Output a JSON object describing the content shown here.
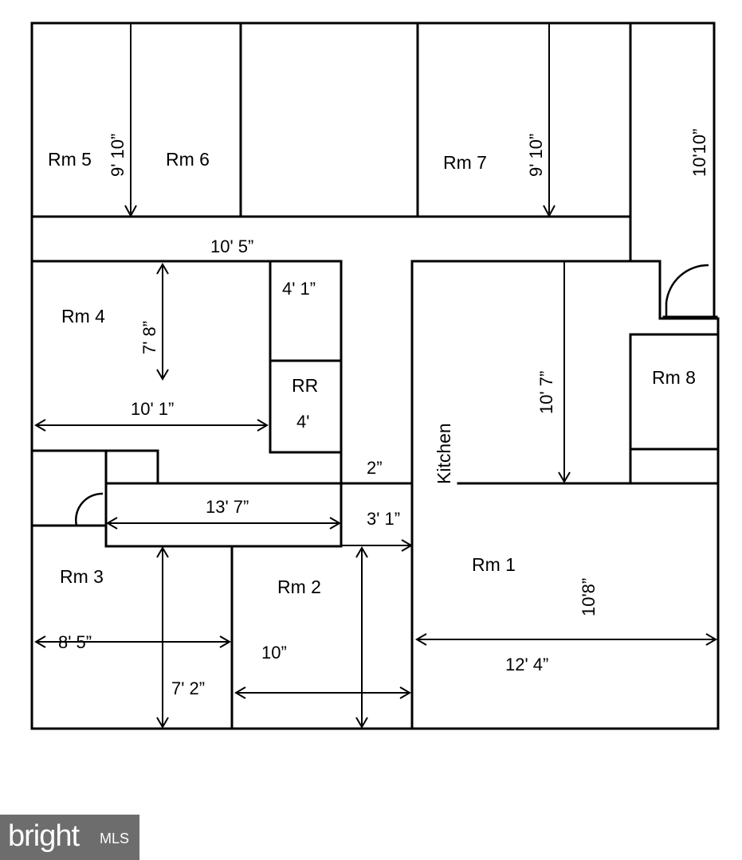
{
  "rooms": {
    "rm5": "Rm 5",
    "rm6": "Rm 6",
    "rm7": "Rm 7",
    "rm4": "Rm 4",
    "rr": "RR",
    "rm8": "Rm 8",
    "kitchen": "Kitchen",
    "rm1": "Rm 1",
    "rm2": "Rm 2",
    "rm3": "Rm 3"
  },
  "dimensions": {
    "rm5_height": "9' 10”",
    "rm7_height": "9' 10”",
    "right_hall": "10'10”",
    "hallway_width": "10' 5”",
    "closet": "4' 1”",
    "rm4_height": "7' 8”",
    "rr_width": "4'",
    "rm4_width": "10' 1”",
    "kitchen_height": "10' 7”",
    "small_gap": "2”",
    "corridor": "13' 7”",
    "corridor_ext": "3' 1”",
    "rm1_height": "10'8”",
    "rm1_width": "12' 4”",
    "rm3_width": "8' 5”",
    "rm2_width": "10”",
    "rm3_height": "7' 2”"
  },
  "watermark": {
    "brand": "bright",
    "suffix": "MLS"
  }
}
